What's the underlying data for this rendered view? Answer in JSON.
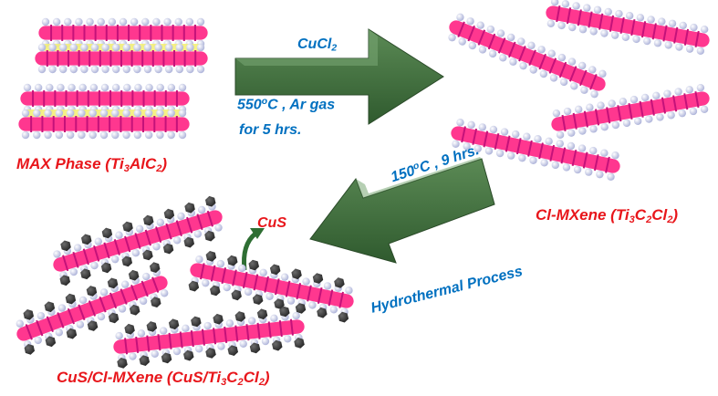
{
  "labels": {
    "max_phase": {
      "pre": "MAX Phase (Ti",
      "s1": "3",
      "mid": "AlC",
      "s2": "2",
      "post": ")"
    },
    "cl_mxene": {
      "pre": "Cl-MXene (Ti",
      "s1": "3",
      "mid1": "C",
      "s2": "2",
      "mid2": "Cl",
      "s3": "2",
      "post": ")"
    },
    "cus_mxene": {
      "pre": "CuS/Cl-MXene (CuS/Ti",
      "s1": "3",
      "mid1": "C",
      "s2": "2",
      "mid2": "Cl",
      "s3": "2",
      "post": ")"
    },
    "cus": "CuS"
  },
  "step1": {
    "reagent_pre": "CuCl",
    "reagent_sub": "2",
    "cond_pre": "550",
    "cond_sup": "o",
    "cond_post": "C , Ar gas",
    "time": "for 5 hrs."
  },
  "step2": {
    "cond_pre": "150",
    "cond_sup": "o",
    "cond_post": "C , 9 hrs.",
    "process": "Hydrothermal Process"
  },
  "colors": {
    "arrow_green": "#3e6b3c",
    "ti_layer": "#ff2d8a",
    "carbon_atom": "#d0d4ef",
    "al_layer": "#f4f07a",
    "cus_particle": "#2b2b2b",
    "label_red": "#e8161b",
    "label_blue": "#0070c0"
  }
}
